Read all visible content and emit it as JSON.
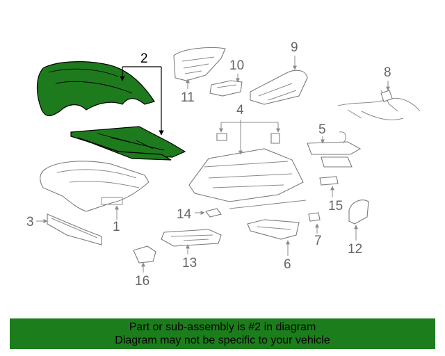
{
  "callouts": {
    "c1": "1",
    "c2": "2",
    "c3": "3",
    "c4": "4",
    "c5": "5",
    "c6": "6",
    "c7": "7",
    "c8": "8",
    "c9": "9",
    "c10": "10",
    "c11": "11",
    "c12": "12",
    "c13": "13",
    "c14": "14",
    "c15": "15",
    "c16": "16"
  },
  "highlight_part": "2",
  "colors": {
    "highlight": "#1d7a1d",
    "banner": "#1b7d1b",
    "outline": "#7a7a7a"
  },
  "banner": {
    "line1": "Part or sub-assembly is #2 in diagram",
    "line2": "Diagram may not be specific to your vehicle"
  }
}
